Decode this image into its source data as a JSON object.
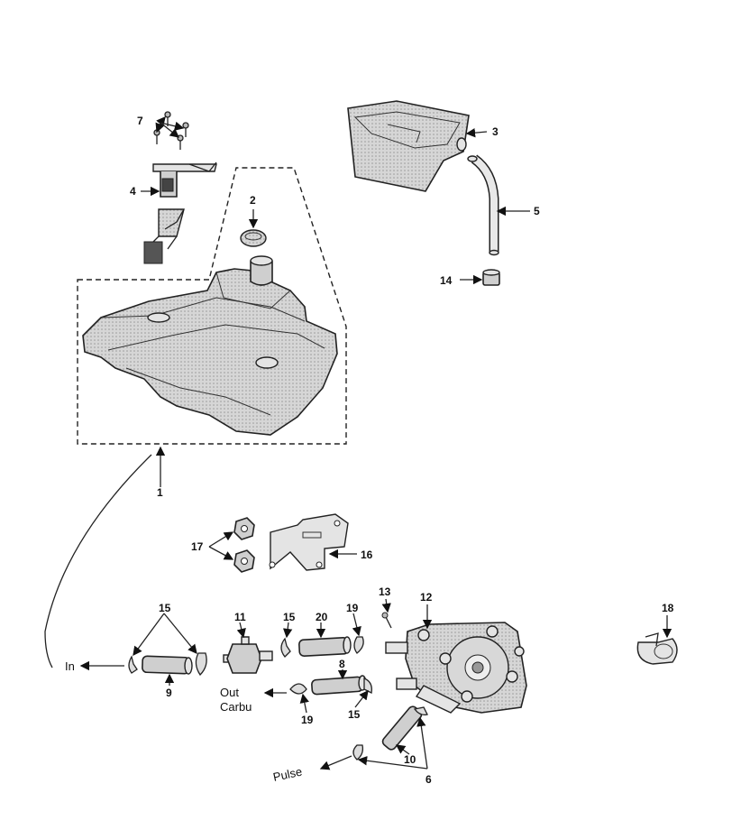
{
  "callouts": {
    "c1": "1",
    "c2": "2",
    "c3": "3",
    "c4": "4",
    "c5": "5",
    "c6": "6",
    "c7": "7",
    "c8": "8",
    "c9": "9",
    "c10": "10",
    "c11": "11",
    "c12": "12",
    "c13": "13",
    "c14": "14",
    "c15a": "15",
    "c15b": "15",
    "c15c": "15",
    "c16": "16",
    "c17": "17",
    "c18": "18",
    "c19a": "19",
    "c19b": "19",
    "c20": "20"
  },
  "flow_labels": {
    "in": "In",
    "out": "Out",
    "carbu": "Carbu",
    "pulse": "Pulse"
  }
}
